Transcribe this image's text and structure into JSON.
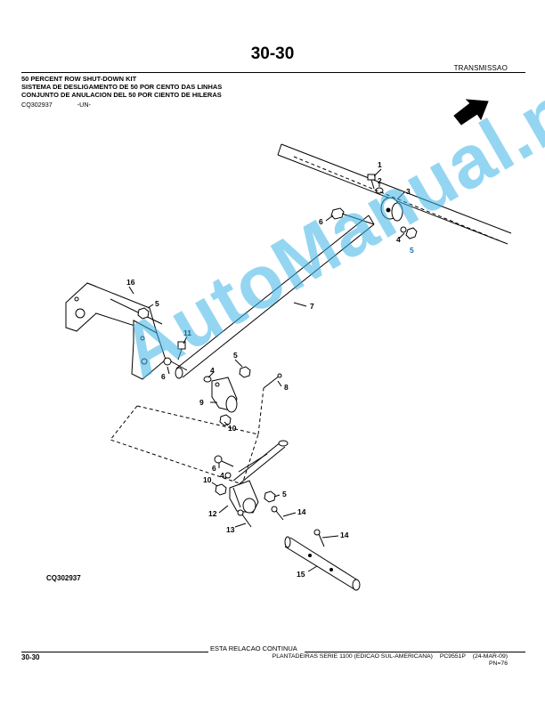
{
  "header": {
    "page_number": "30-30",
    "section": "TRANSMISSAO"
  },
  "title": {
    "line1": "50 PERCENT ROW SHUT-DOWN KIT",
    "line2": "SISTEMA DE DESLIGAMENTO DE 50 POR CENTO DAS LINHAS",
    "line3": "CONJUNTO DE ANULACION DEL 50 POR CIENTO DE HILERAS"
  },
  "reference": {
    "code": "CQ302937",
    "suffix": "-UN-"
  },
  "diagram": {
    "figure_id": "CQ302937",
    "arrow_icon": "direction-arrow-icon",
    "callouts": {
      "c1": "1",
      "c2": "2",
      "c3": "3",
      "c4a": "4",
      "c5a": "5",
      "c6a": "6",
      "c7": "7",
      "c16": "16",
      "c5b": "5",
      "c11": "11",
      "c4b": "4",
      "c6b": "6",
      "c5c": "5",
      "c8": "8",
      "c9": "9",
      "c10a": "10",
      "c6c": "6",
      "c4c": "4",
      "c10b": "10",
      "c5d": "5",
      "c12": "12",
      "c14a": "14",
      "c13": "13",
      "c14b": "14",
      "c15": "15"
    },
    "highlight_color": "#1a6fb5"
  },
  "watermark": {
    "text": "AutoManual.net",
    "color": "#3cb4e6"
  },
  "footer": {
    "continue": "ESTA RELACAO CONTINUA",
    "page_number": "30-30",
    "book": "PLANTADEIRAS SERIE 1100 (EDICAO SUL-AMERICANA)",
    "pc": "PC9551P",
    "date": "(24-MAR-09)",
    "pn": "PN=76"
  }
}
